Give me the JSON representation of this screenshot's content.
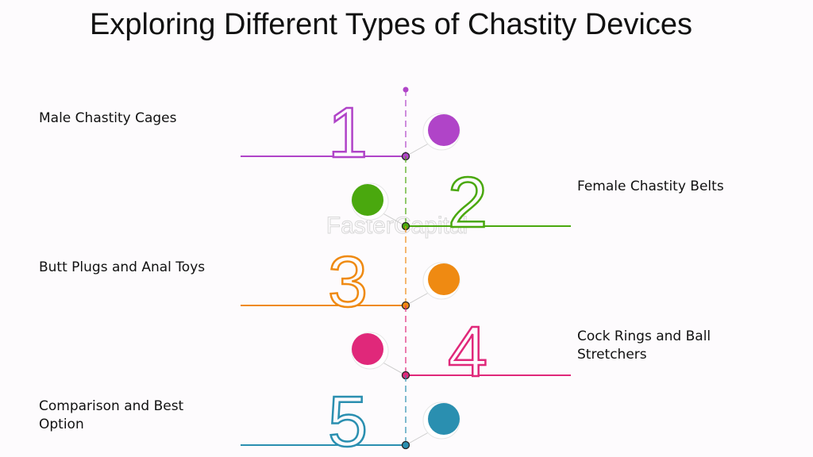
{
  "title": "Exploring Different Types of Chastity Devices",
  "watermark": "FasterCapital",
  "items": [
    {
      "number": "1",
      "label": "Male Chastity Cages",
      "side": "left",
      "color": "#b044c8"
    },
    {
      "number": "2",
      "label": "Female Chastity Belts",
      "side": "right",
      "color": "#4aa80e"
    },
    {
      "number": "3",
      "label": "Butt Plugs and Anal Toys",
      "side": "left",
      "color": "#ef8a12"
    },
    {
      "number": "4",
      "label": "Cock Rings and Ball Stretchers",
      "side": "right",
      "color": "#e0287a"
    },
    {
      "number": "5",
      "label": "Comparison and Best Option",
      "side": "left",
      "color": "#2a8fb0"
    }
  ]
}
